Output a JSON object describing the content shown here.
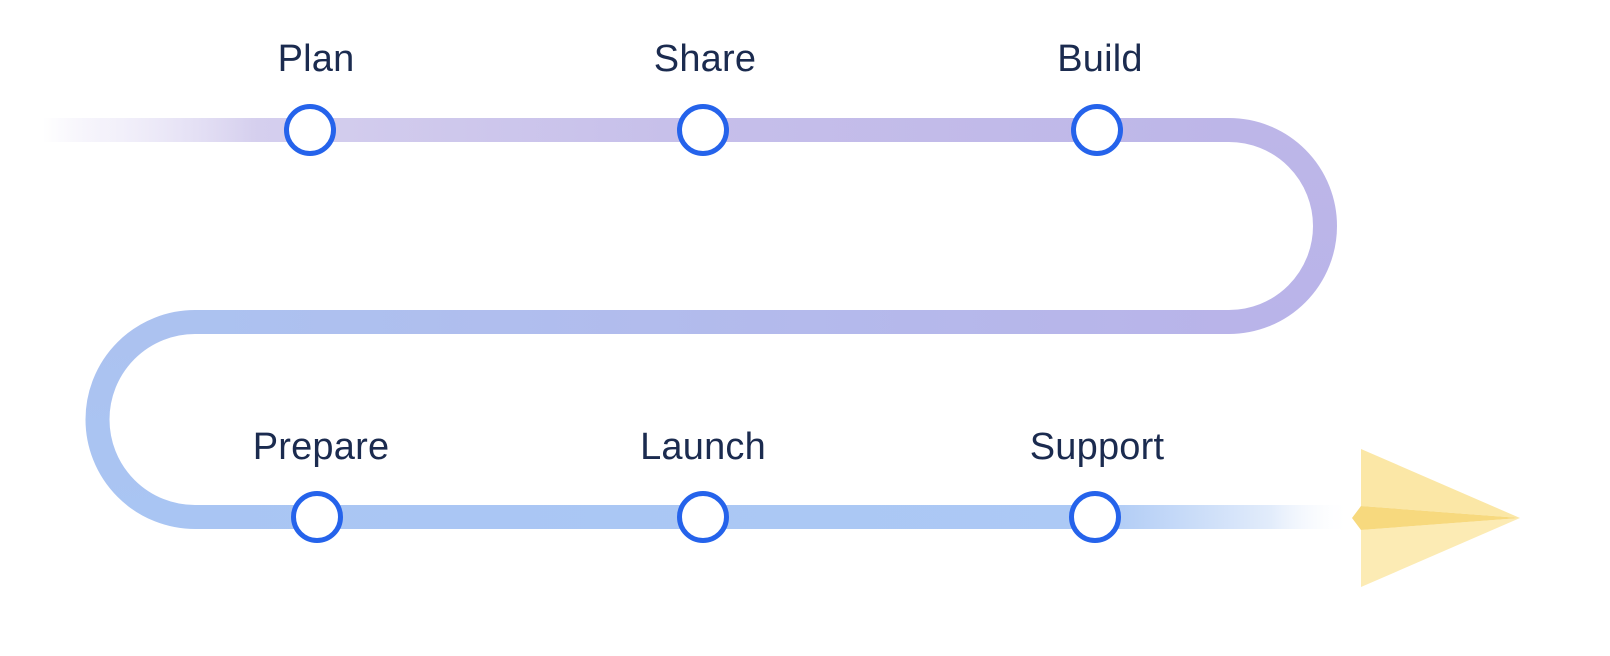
{
  "diagram": {
    "type": "journey-roadmap",
    "milestones": [
      {
        "label": "Plan",
        "row": "top",
        "order": 1
      },
      {
        "label": "Share",
        "row": "top",
        "order": 2
      },
      {
        "label": "Build",
        "row": "top",
        "order": 3
      },
      {
        "label": "Prepare",
        "row": "bottom",
        "order": 4
      },
      {
        "label": "Launch",
        "row": "bottom",
        "order": 5
      },
      {
        "label": "Support",
        "row": "bottom",
        "order": 6
      }
    ],
    "path": {
      "shape": "s-curve left-to-right, u-turn right, back left, u-turn left, left-to-right ending at paper plane",
      "gradient_start_color": "#D5CFEE",
      "gradient_purple": "#BDB6E8",
      "gradient_blue": "#A9C5F3",
      "fades": [
        "fade-in at top-left start",
        "fade-out before paper plane"
      ]
    },
    "markers": {
      "fill": "#FFFFFF",
      "stroke": "#2563EB",
      "count": 6
    },
    "icons": {
      "end_icon": "paper-plane-icon",
      "plane_wing_color": "#FBE7A6",
      "plane_fold_color": "#F7D97E"
    },
    "colors": {
      "label_text": "#1B2B4F",
      "background": "#FFFFFF"
    }
  }
}
